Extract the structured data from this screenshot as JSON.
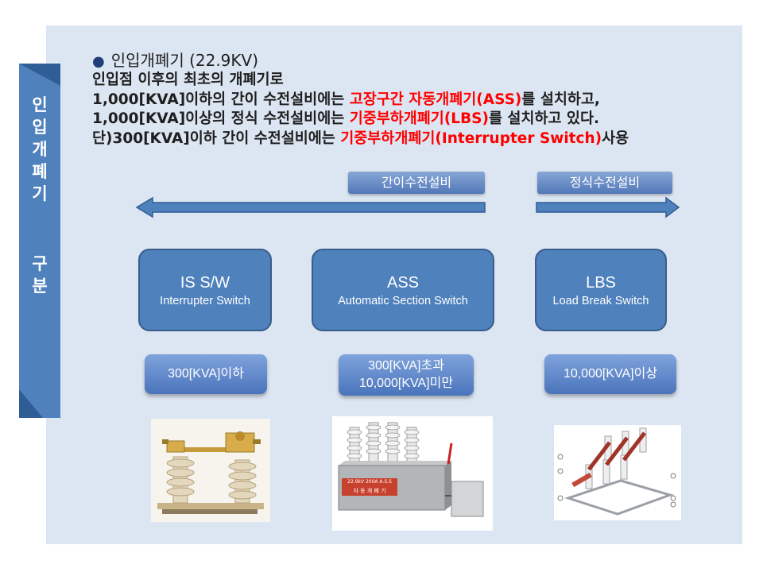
{
  "side": {
    "title_chars": [
      "인",
      "입",
      "개",
      "폐",
      "기"
    ],
    "sub_chars": [
      "구",
      "분"
    ]
  },
  "heading": "인입개폐기 (22.9KV)",
  "description": {
    "line1": "인입점 이후의 최초의 개폐기로",
    "line2_pre": "1,000[KVA]이하의 간이 수전설비에는 ",
    "line2_red": "고장구간 자동개폐기(ASS)",
    "line2_post": "를 설치하고,",
    "line3_pre": "1,000[KVA]이상의 정식 수전설비에는 ",
    "line3_red": "기중부하개폐기(LBS)",
    "line3_post": "를 설치하고 있다.",
    "line4_pre": "단)300[KVA]이하 간이 수전설비에는 ",
    "line4_red": "기중부하개폐기(Interrupter Switch)",
    "line4_post": "사용"
  },
  "tags": {
    "simple": "간이수전설비",
    "formal": "정식수전설비"
  },
  "boxes": [
    {
      "main": "IS S/W",
      "sub": "Interrupter Switch"
    },
    {
      "main": "ASS",
      "sub": "Automatic Section Switch"
    },
    {
      "main": "LBS",
      "sub": "Load Break Switch"
    }
  ],
  "capacities": [
    {
      "line1": "300[KVA]이하",
      "line2": ""
    },
    {
      "line1": "300[KVA]초과",
      "line2": "10,000[KVA]미만"
    },
    {
      "line1": "10,000[KVA]이상",
      "line2": ""
    }
  ],
  "photos": {
    "ass_label_1": "22.9kV 200A A.S.S",
    "ass_label_2": "자 동 개 폐 기"
  },
  "colors": {
    "panel": "#dce6f2",
    "accent": "#4f81bd",
    "highlight": "#ff0000"
  }
}
